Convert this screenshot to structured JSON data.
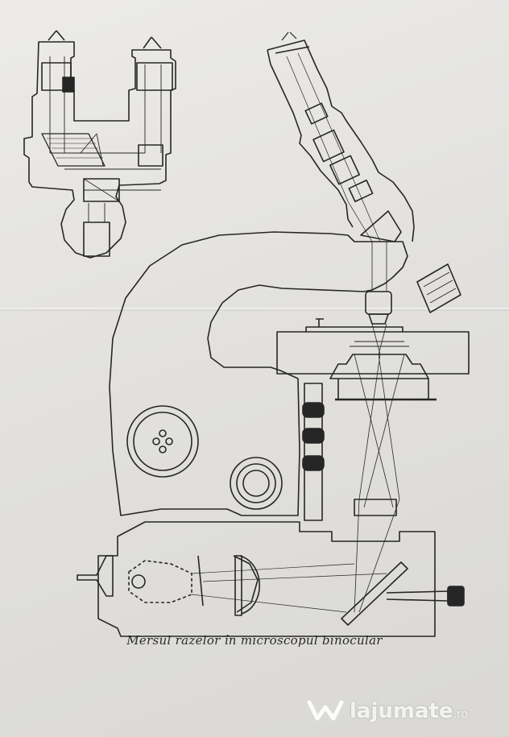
{
  "caption": "Mersul razelor în microscopul binocular",
  "watermark": {
    "brand": "lajumate",
    "tld": ".ro",
    "logo": "lajumate-heart-logo"
  },
  "colors": {
    "ink": "#262626",
    "paper": "#e4e3e0"
  }
}
